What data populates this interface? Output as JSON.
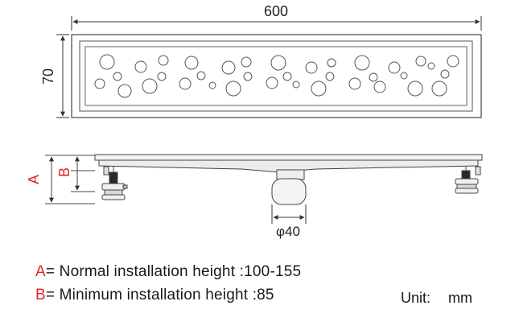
{
  "dimensions": {
    "length": "600",
    "width": "70",
    "outlet_diameter": "φ40"
  },
  "height_markers": {
    "a": "A",
    "b": "B"
  },
  "legend": {
    "a_key": "A",
    "a_text": "= Normal installation height :100-155",
    "b_key": "B",
    "b_text": "= Minimum installation height :85"
  },
  "unit": {
    "label": "Unit:",
    "value": "mm"
  },
  "colors": {
    "line": "#3a3a3a",
    "key": "#e0262a",
    "fill": "#f4f4f4"
  }
}
